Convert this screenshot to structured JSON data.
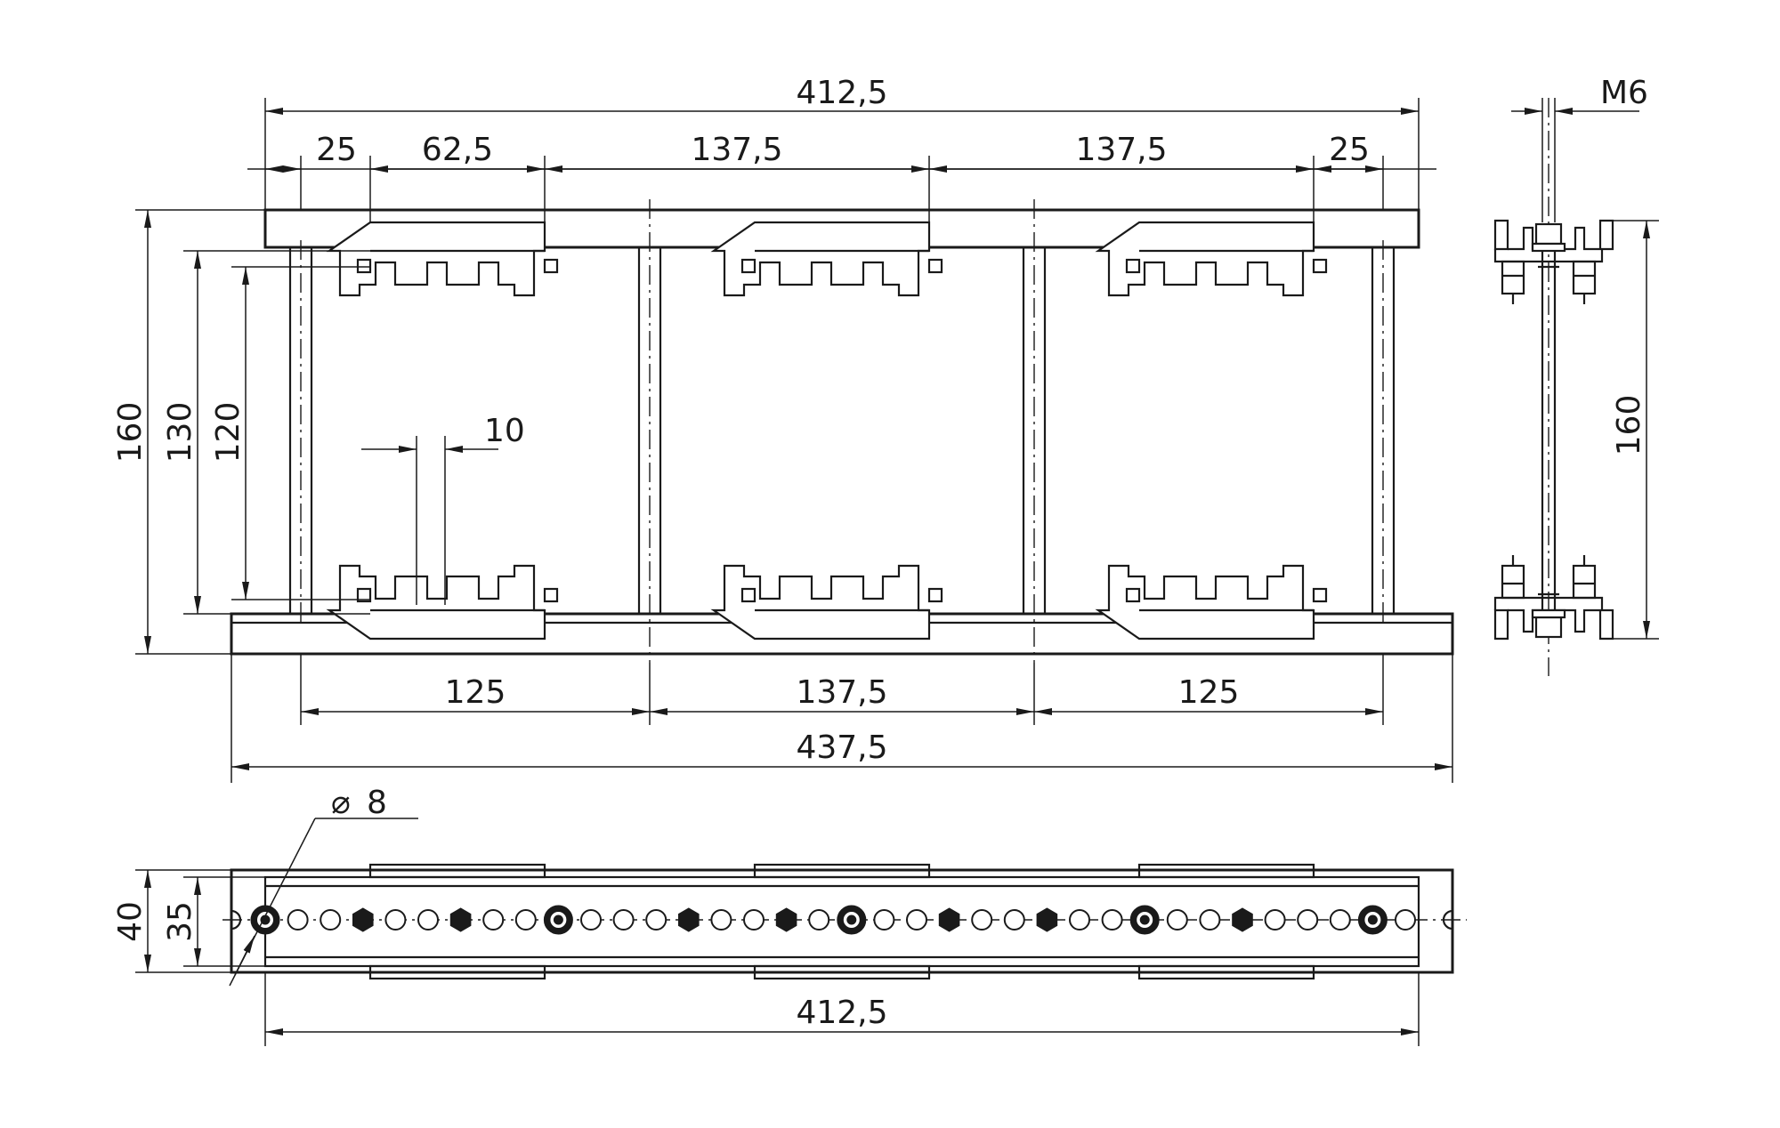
{
  "colors": {
    "line": "#1a1a1a",
    "paper": "#ffffff"
  },
  "front_view": {
    "dims_top": {
      "overall": "412,5",
      "left_end": "25",
      "clamp_width": "62,5",
      "pitch_1": "137,5",
      "pitch_2": "137,5",
      "right_end": "25"
    },
    "dims_left": {
      "height_outer": "160",
      "height_mid": "130",
      "height_inner": "120"
    },
    "dim_slot": "10",
    "dims_bottom": {
      "span_1": "125",
      "span_2": "137,5",
      "span_3": "125",
      "overall": "437,5"
    }
  },
  "side_view": {
    "thread": "M6",
    "height": "160"
  },
  "bottom_view": {
    "hole_dia_symbol": "⌀",
    "hole_dia": "8",
    "height_outer": "40",
    "height_inner": "35",
    "length": "412,5"
  }
}
